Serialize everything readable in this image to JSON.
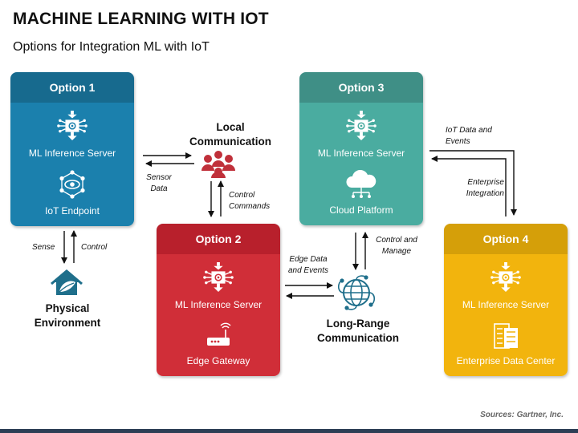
{
  "title": "MACHINE LEARNING WITH IOT",
  "subtitle": "Options for Integration ML with IoT",
  "options": [
    {
      "label": "Option 1",
      "items": [
        "ML Inference Server",
        "IoT Endpoint"
      ]
    },
    {
      "label": "Option 2",
      "items": [
        "ML Inference Server",
        "Edge Gateway"
      ]
    },
    {
      "label": "Option 3",
      "items": [
        "ML Inference Server",
        "Cloud Platform"
      ]
    },
    {
      "label": "Option 4",
      "items": [
        "ML Inference Server",
        "Enterprise Data Center"
      ]
    }
  ],
  "nodes": {
    "local": "Local Communication",
    "physical": "Physical Environment",
    "longrange": "Long-Range Communication"
  },
  "arrow_labels": {
    "sensor_data": "Sensor Data",
    "control_commands": "Control Commands",
    "sense": "Sense",
    "control": "Control",
    "edge_data": "Edge Data and Events",
    "control_manage": "Control and Manage",
    "iot_data": "IoT Data and Events",
    "enterprise_integration": "Enterprise Integration"
  },
  "source": "Sources: Gartner, Inc.",
  "colors": {
    "option1": "#1b80ad",
    "option2": "#d02e38",
    "option3": "#4aaca0",
    "option4": "#f2b40d",
    "node_icon": "#1f6f8b"
  },
  "icons": {
    "ml_server": "chip-network-icon",
    "iot_endpoint": "atom-network-icon",
    "edge_gateway": "router-icon",
    "cloud_platform": "cloud-network-icon",
    "data_center": "server-rack-icon",
    "local_comm": "people-group-icon",
    "physical_env": "house-leaf-icon",
    "long_range": "globe-network-icon"
  }
}
